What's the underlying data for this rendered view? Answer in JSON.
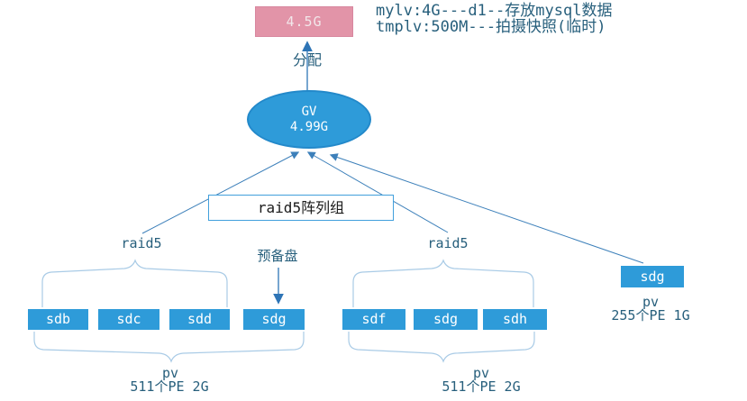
{
  "colors": {
    "node_blue": "#2E9BD9",
    "lv_pink": "#E294A8",
    "line_blue": "#3D80BA",
    "arrow_blue": "#2E75B6",
    "brace_blue": "#A9CBE6",
    "text_teal": "#275F7C",
    "box_border_blue": "#41A0DC"
  },
  "top": {
    "lv_size": "4.5G",
    "allocate_label": "分配",
    "annotation_line1": "mylv:4G---d1--存放mysql数据",
    "annotation_line2": "tmplv:500M---拍摄快照(临时)"
  },
  "volume_group": {
    "name": "GV",
    "size": "4.99G"
  },
  "raid_group_box_label": "raid5阵列组",
  "groups": {
    "left": {
      "raid_label": "raid5",
      "spare_label": "预备盘",
      "disks": [
        "sdb",
        "sdc",
        "sdd",
        "sdg"
      ],
      "pv_label": "pv",
      "pe_label": "511个PE 2G"
    },
    "middle": {
      "raid_label": "raid5",
      "disks": [
        "sdf",
        "sdg",
        "sdh"
      ],
      "pv_label": "pv",
      "pe_label": "511个PE 2G"
    },
    "right": {
      "disk": "sdg",
      "pv_label": "pv",
      "pe_label": "255个PE 1G"
    }
  }
}
